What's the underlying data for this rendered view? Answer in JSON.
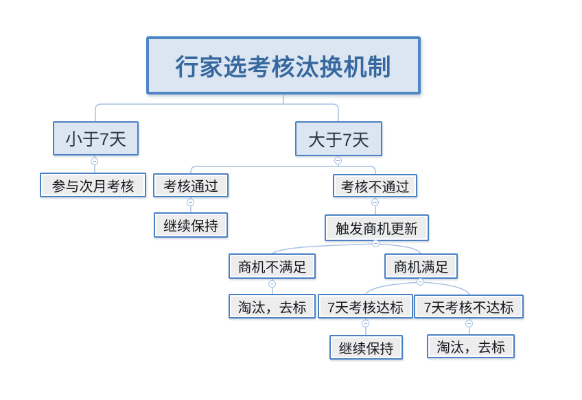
{
  "mindmap": {
    "title": "行家选考核汰换机制",
    "nodes": {
      "root": {
        "label": "行家选考核汰换机制"
      },
      "lt7": {
        "label": "小于7天"
      },
      "gt7": {
        "label": "大于7天"
      },
      "next_month": {
        "label": "参与次月考核"
      },
      "pass": {
        "label": "考核通过"
      },
      "fail": {
        "label": "考核不通过"
      },
      "keep1": {
        "label": "继续保持"
      },
      "trigger": {
        "label": "触发商机更新"
      },
      "biz_unmet": {
        "label": "商机不满足"
      },
      "biz_met": {
        "label": "商机满足"
      },
      "out1": {
        "label": "淘汰，去标"
      },
      "d7_met": {
        "label": "7天考核达标"
      },
      "d7_unmet": {
        "label": "7天考核不达标"
      },
      "keep2": {
        "label": "继续保持"
      },
      "out2": {
        "label": "淘汰，去标"
      }
    },
    "hierarchy": {
      "root": [
        "lt7",
        "gt7"
      ],
      "lt7": [
        "next_month"
      ],
      "gt7": [
        "pass",
        "fail"
      ],
      "pass": [
        "keep1"
      ],
      "fail": [
        "trigger"
      ],
      "trigger": [
        "biz_unmet",
        "biz_met"
      ],
      "biz_unmet": [
        "out1"
      ],
      "biz_met": [
        "d7_met",
        "d7_unmet"
      ],
      "d7_met": [
        "keep2"
      ],
      "d7_unmet": [
        "out2"
      ]
    },
    "colors": {
      "root_border": "#4e86c6",
      "node_border": "#4a80c4",
      "blue_fill": "#dce6f2",
      "gray_fill": "#ededed",
      "connector": "#a6c1e2",
      "root_text": "#37699f",
      "node_text": "#15181d"
    },
    "icons": {
      "collapse_toggle": "minus-circle"
    }
  }
}
